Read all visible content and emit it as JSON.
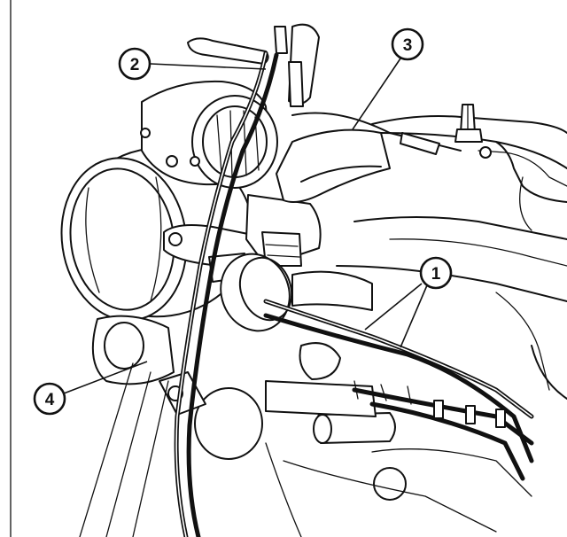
{
  "callouts": [
    {
      "id": "1",
      "label": "1"
    },
    {
      "id": "2",
      "label": "2"
    },
    {
      "id": "3",
      "label": "3"
    },
    {
      "id": "4",
      "label": "4"
    }
  ],
  "colors": {
    "ink": "#111111",
    "paper": "#ffffff"
  }
}
